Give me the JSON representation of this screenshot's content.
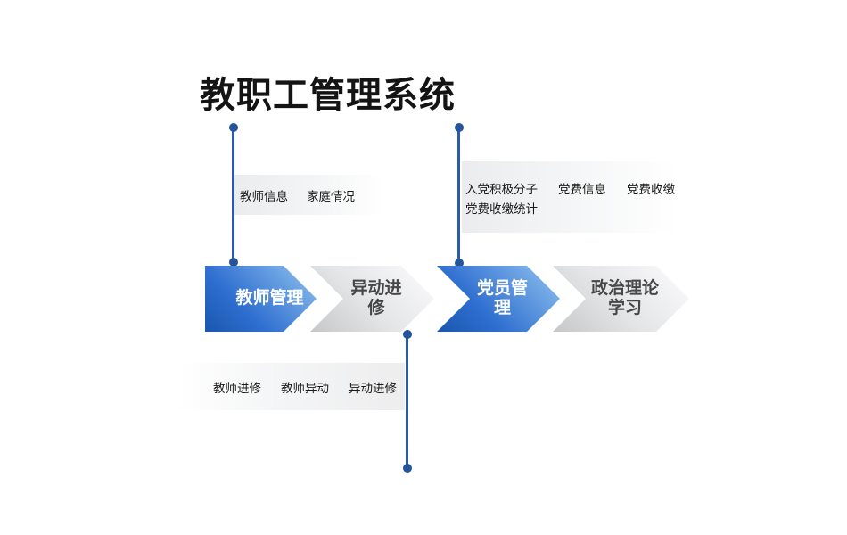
{
  "page": {
    "title": "教职工管理系统"
  },
  "colors": {
    "connector_line": "#2b5ca8",
    "connector_dot": "#24549b",
    "step_blue_dark": "#1a56ae",
    "step_blue_light": "#93c4ef",
    "step_gray_dark": "#c6c7c9",
    "step_gray_light": "#fcfcfd",
    "text_dark": "#1a1a1a"
  },
  "flow": {
    "steps": [
      {
        "variant": "blue",
        "lines": [
          "教师管理"
        ]
      },
      {
        "variant": "gray",
        "lines": [
          "异动进修"
        ]
      },
      {
        "variant": "blue",
        "lines": [
          "党员管理"
        ]
      },
      {
        "variant": "gray",
        "lines": [
          "政治理论",
          "学习"
        ]
      }
    ]
  },
  "callouts": {
    "teacher": {
      "items": [
        "教师信息",
        "家庭情况"
      ]
    },
    "party": {
      "rows": [
        [
          "入党积极分子",
          "党费信息",
          "党费收缴"
        ],
        [
          "党费收缴统计"
        ]
      ]
    },
    "transfer": {
      "items": [
        "教师进修",
        "教师异动",
        "异动进修"
      ]
    }
  }
}
